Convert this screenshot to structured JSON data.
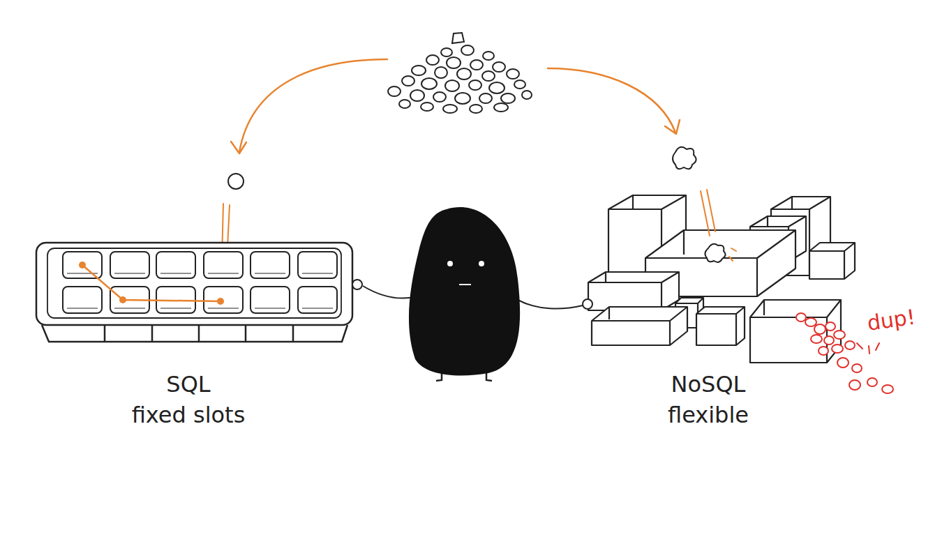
{
  "diagram": {
    "nodes": [
      {
        "text": [
          "SQL",
          "fixed slots"
        ]
      },
      {
        "text": [
          "NoSQL",
          "flexible"
        ]
      }
    ],
    "labels": [
      "dup!"
    ]
  }
}
